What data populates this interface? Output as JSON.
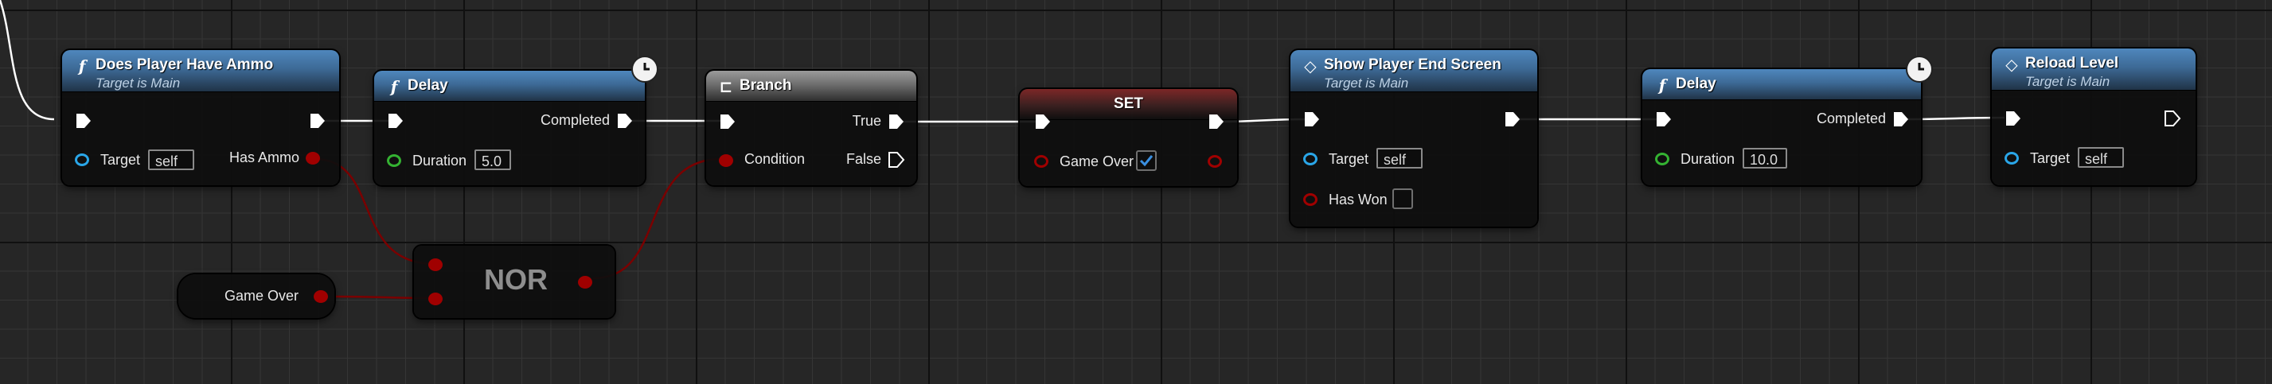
{
  "nodes": {
    "does_player_have_ammo": {
      "title": "Does Player Have Ammo",
      "subtitle": "Target is Main",
      "target_label": "Target",
      "target_value": "self",
      "output_label": "Has Ammo",
      "icon": "function-icon"
    },
    "delay_1": {
      "title": "Delay",
      "completed_label": "Completed",
      "duration_label": "Duration",
      "duration_value": "5.0",
      "icon": "function-icon"
    },
    "branch": {
      "title": "Branch",
      "true_label": "True",
      "false_label": "False",
      "condition_label": "Condition",
      "icon": "branch-icon"
    },
    "set": {
      "title": "SET",
      "var_label": "Game Over",
      "checked": true
    },
    "show_player_end_screen": {
      "title": "Show Player End Screen",
      "subtitle": "Target is Main",
      "target_label": "Target",
      "target_value": "self",
      "has_won_label": "Has Won",
      "icon": "event-icon"
    },
    "delay_2": {
      "title": "Delay",
      "completed_label": "Completed",
      "duration_label": "Duration",
      "duration_value": "10.0",
      "icon": "function-icon"
    },
    "reload_level": {
      "title": "Reload Level",
      "subtitle": "Target is Main",
      "target_label": "Target",
      "target_value": "self",
      "icon": "event-icon"
    },
    "nor": {
      "title": "NOR"
    },
    "game_over_getter": {
      "label": "Game Over"
    }
  },
  "colors": {
    "exec_wire": "#ffffff",
    "bool_wire": "#8b0000",
    "function_header": "#3d6a96",
    "branch_header": "#6e6e6e",
    "set_header": "#7c2727",
    "bool_pin": "#a00000",
    "object_pin": "#2aa6e8",
    "float_pin": "#34b232"
  }
}
